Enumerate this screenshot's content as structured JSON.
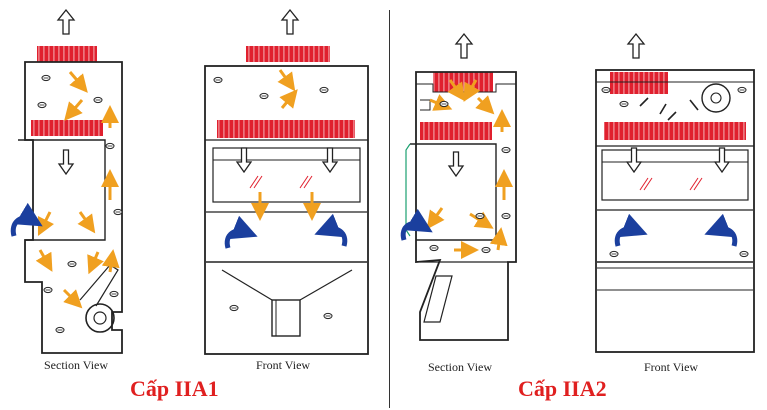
{
  "panels": [
    {
      "view_label": "Section View"
    },
    {
      "view_label": "Front View"
    },
    {
      "view_label": "Section View"
    },
    {
      "view_label": "Front View"
    }
  ],
  "class_labels": [
    "Cấp IIA1",
    "Cấp IIA2"
  ],
  "colors": {
    "filter_red": "#e0202e",
    "airflow_orange": "#f0a020",
    "room_air_blue": "#1b3f9e",
    "outline": "#222222",
    "class_label_red": "#e02020"
  },
  "icons": [
    "exhaust-up-arrow-icon",
    "downflow-arrow-icon",
    "room-air-inflow-icon",
    "airflow-arrow-icon",
    "hepa-filter-icon",
    "blower-fan-icon"
  ]
}
